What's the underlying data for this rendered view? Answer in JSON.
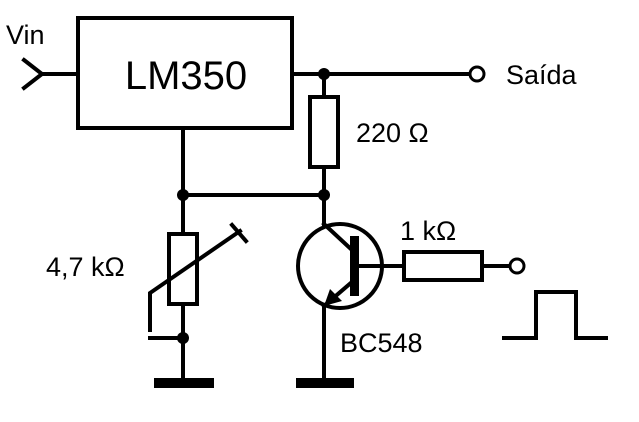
{
  "labels": {
    "input": "Vin",
    "regulator": "LM350",
    "output": "Saída",
    "r_top": "220 Ω",
    "r_base": "1 kΩ",
    "pot": "4,7 kΩ",
    "transistor": "BC548"
  }
}
